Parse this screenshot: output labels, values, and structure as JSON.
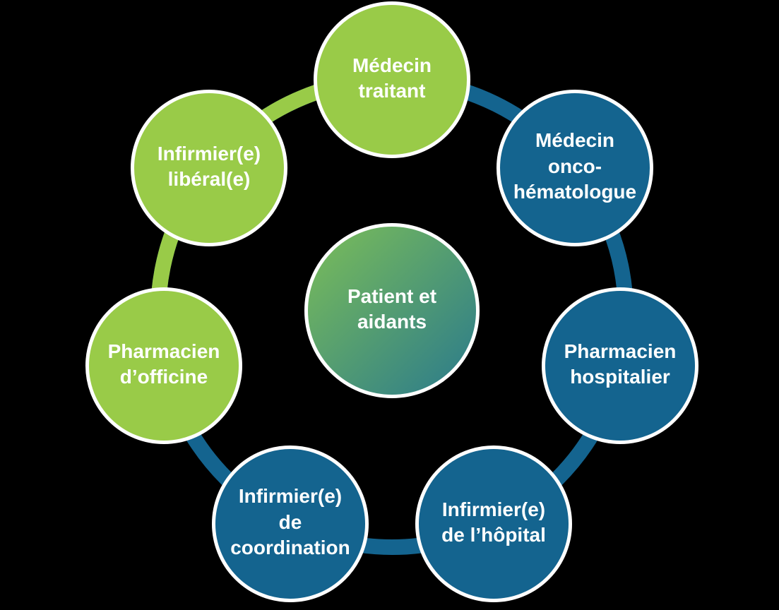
{
  "diagram": {
    "type": "circular-relationship-diagram",
    "background": "#000000",
    "colors": {
      "node_green": "#99CB48",
      "node_blue": "#14648F",
      "ring_blue": "#14648F",
      "ring_green": "#99CB48",
      "circle_border": "#FFFFFF",
      "text": "#FFFFFF",
      "center_gradient_start": "#7CBE58",
      "center_gradient_end": "#2A7A8C"
    },
    "center_node": {
      "label": "Patient et\naidants",
      "color": "gradient-green-teal"
    },
    "nodes": [
      {
        "id": "medecin-traitant",
        "label": "Médecin\ntraitant",
        "color": "green",
        "position": "top"
      },
      {
        "id": "medecin-onco-hematologue",
        "label": "Médecin\nonco-\nhématologue",
        "color": "blue",
        "position": "top-right"
      },
      {
        "id": "pharmacien-hospitalier",
        "label": "Pharmacien\nhospitalier",
        "color": "blue",
        "position": "right"
      },
      {
        "id": "infirmier-de-l-hopital",
        "label": "Infirmier(e)\nde l’hôpital",
        "color": "blue",
        "position": "bottom-right"
      },
      {
        "id": "infirmier-de-coordination",
        "label": "Infirmier(e)\nde\ncoordination",
        "color": "blue",
        "position": "bottom-left"
      },
      {
        "id": "pharmacien-d-officine",
        "label": "Pharmacien\nd’officine",
        "color": "green",
        "position": "left"
      },
      {
        "id": "infirmier-liberal",
        "label": "Infirmier(e)\nlibéral(e)",
        "color": "green",
        "position": "top-left"
      }
    ]
  }
}
